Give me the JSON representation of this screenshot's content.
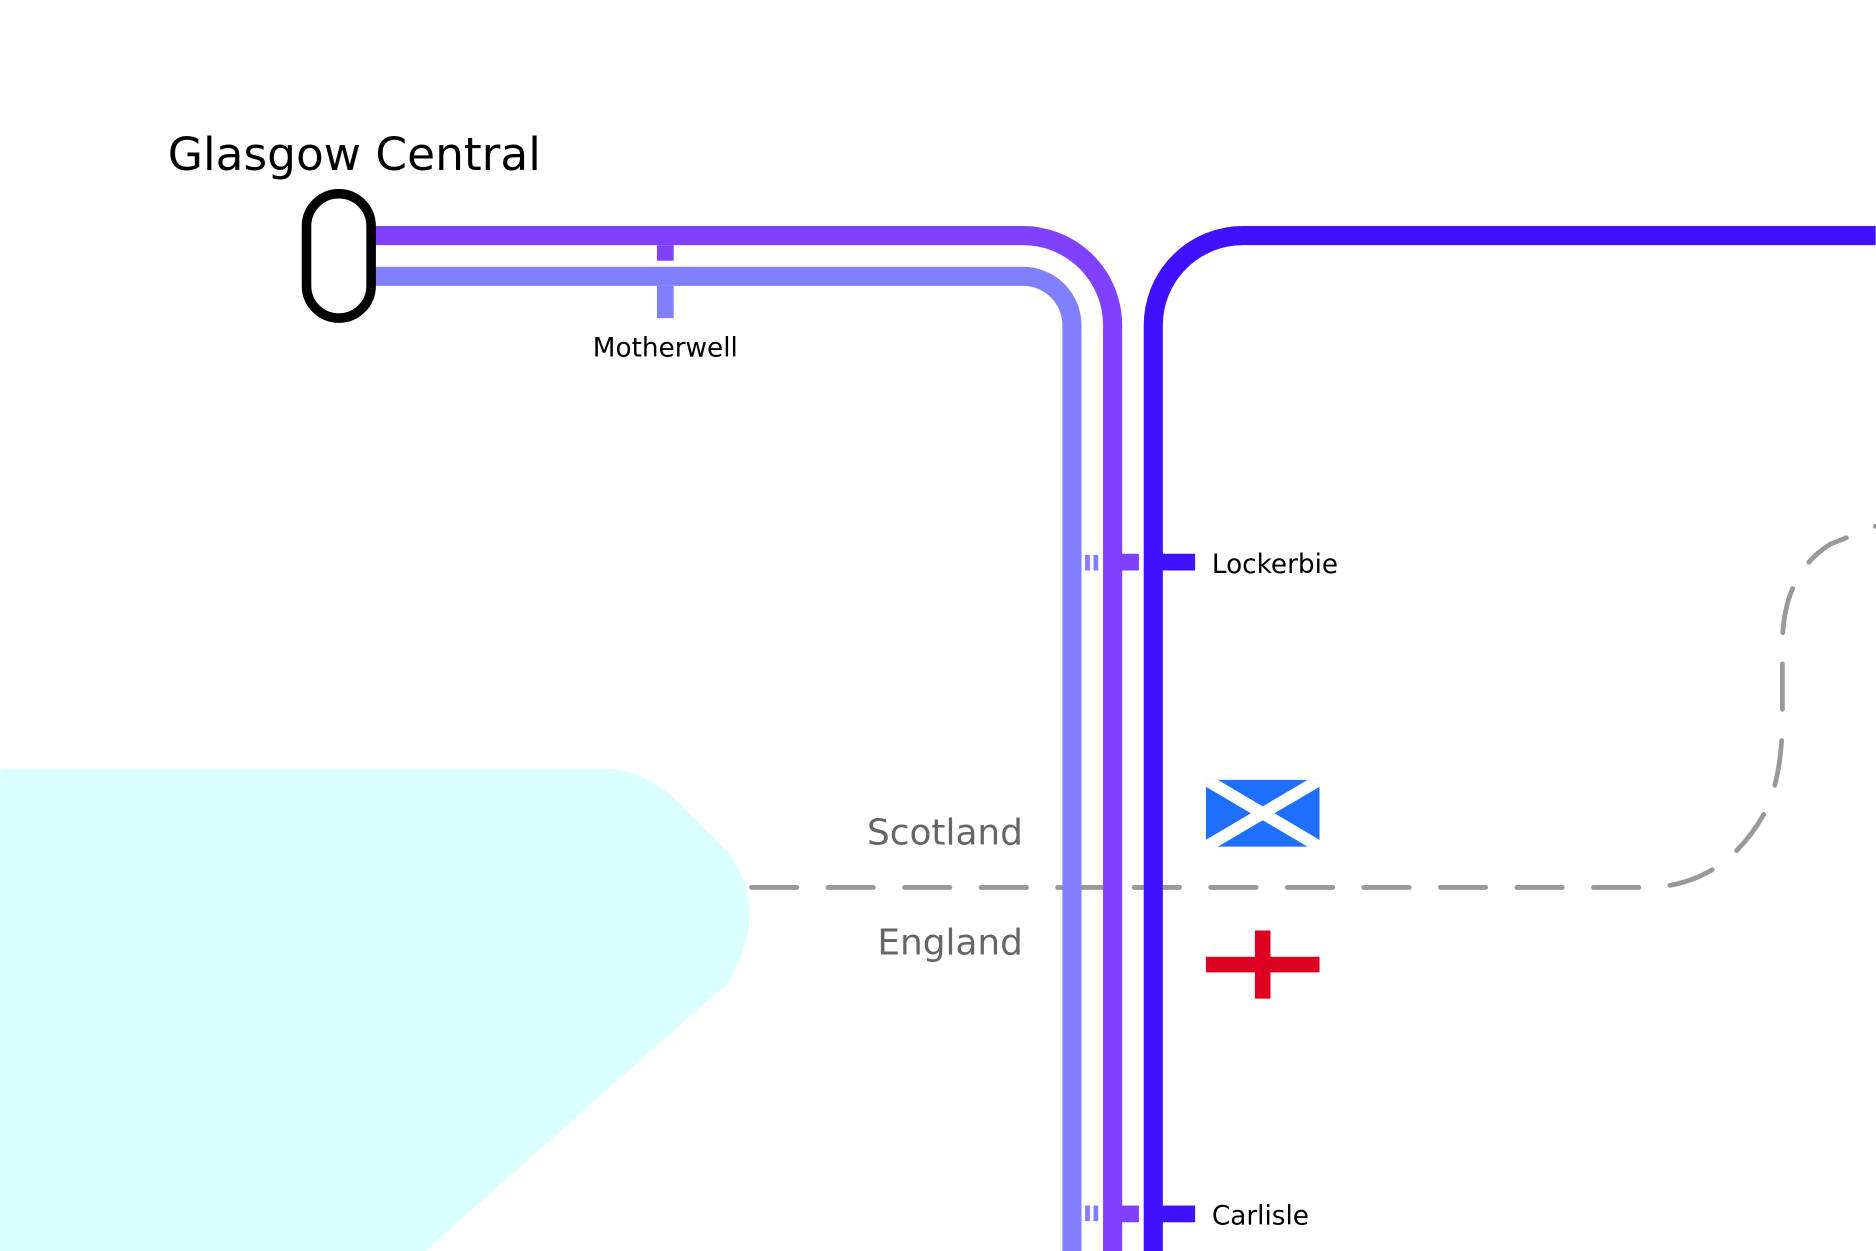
{
  "map": {
    "stations": {
      "glasgow": "Glasgow Central",
      "motherwell": "Motherwell",
      "lockerbie": "Lockerbie",
      "carlisle": "Carlisle"
    },
    "regions": {
      "scotland": "Scotland",
      "england": "England"
    },
    "colors": {
      "line_light": "#8080ff",
      "line_purple": "#8040ff",
      "line_blue": "#4010ff",
      "sea": "#d9ffff",
      "border": "#999999",
      "region_text": "#666666",
      "saltire_blue": "#1f6fff",
      "st_george_red": "#dd0020"
    }
  }
}
